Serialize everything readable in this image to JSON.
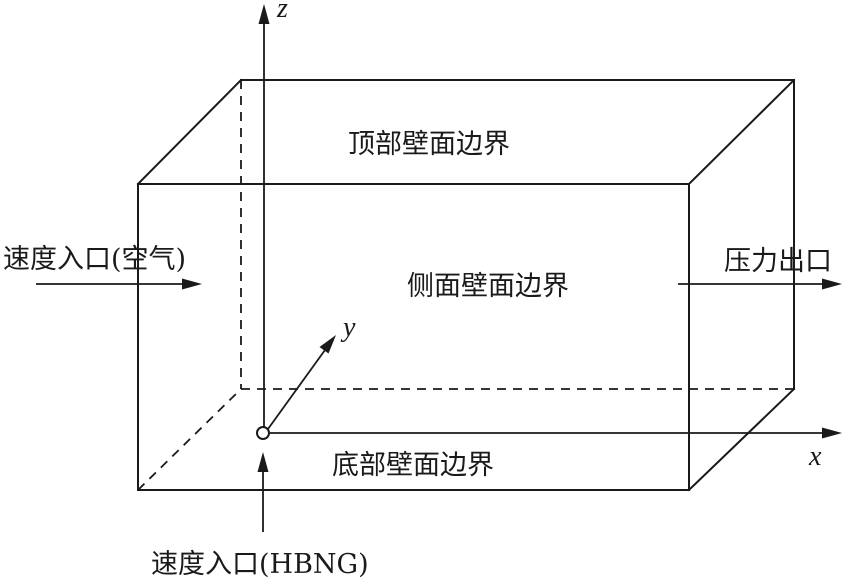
{
  "labels": {
    "top_wall": "顶部壁面边界",
    "side_wall": "侧面壁面边界",
    "bottom_wall": "底部壁面边界",
    "velocity_inlet_air": "速度入口(空气)",
    "pressure_outlet": "压力出口",
    "velocity_inlet_hbng": "速度入口(HBNG)"
  },
  "axes": {
    "x": "x",
    "y": "y",
    "z": "z"
  },
  "colors": {
    "line": "#1a1a1a",
    "background": "#ffffff"
  }
}
